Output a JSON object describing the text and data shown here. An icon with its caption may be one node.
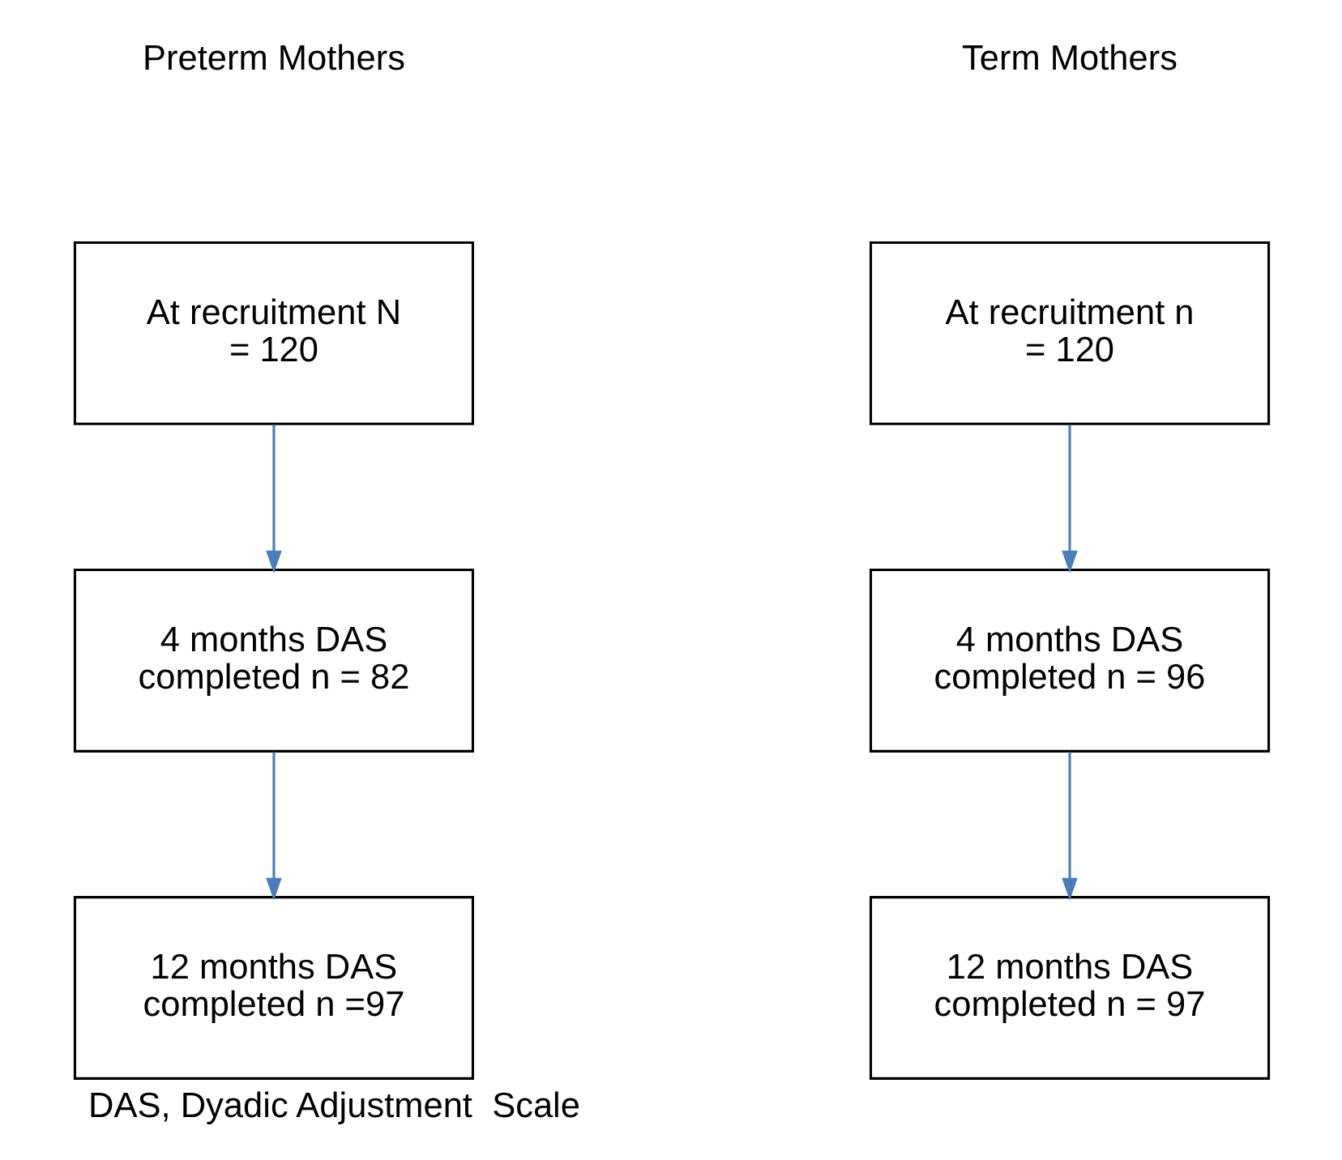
{
  "diagram": {
    "caption": "DAS, Dyadic Adjustment  Scale",
    "nodes": [
      {
        "text": [
          "At recruitment N = 120"
        ]
      },
      {
        "text": [
          "At recruitment n = 120"
        ]
      },
      {
        "text": [
          "4 months DAS completed n = 82"
        ]
      },
      {
        "text": [
          "4 months DAS completed n = 96"
        ]
      },
      {
        "text": [
          "12 months DAS completed n =97"
        ]
      },
      {
        "text": [
          "12 months DAS completed n = 97"
        ]
      }
    ],
    "edges": [
      {
        "from": 0,
        "to": 2,
        "arrow": "to"
      },
      {
        "from": 2,
        "to": 4,
        "arrow": "to"
      },
      {
        "from": 1,
        "to": 3,
        "arrow": "to"
      },
      {
        "from": 3,
        "to": 5,
        "arrow": "to"
      }
    ],
    "labels": [
      "Preterm Mothers",
      "Term Mothers"
    ]
  }
}
